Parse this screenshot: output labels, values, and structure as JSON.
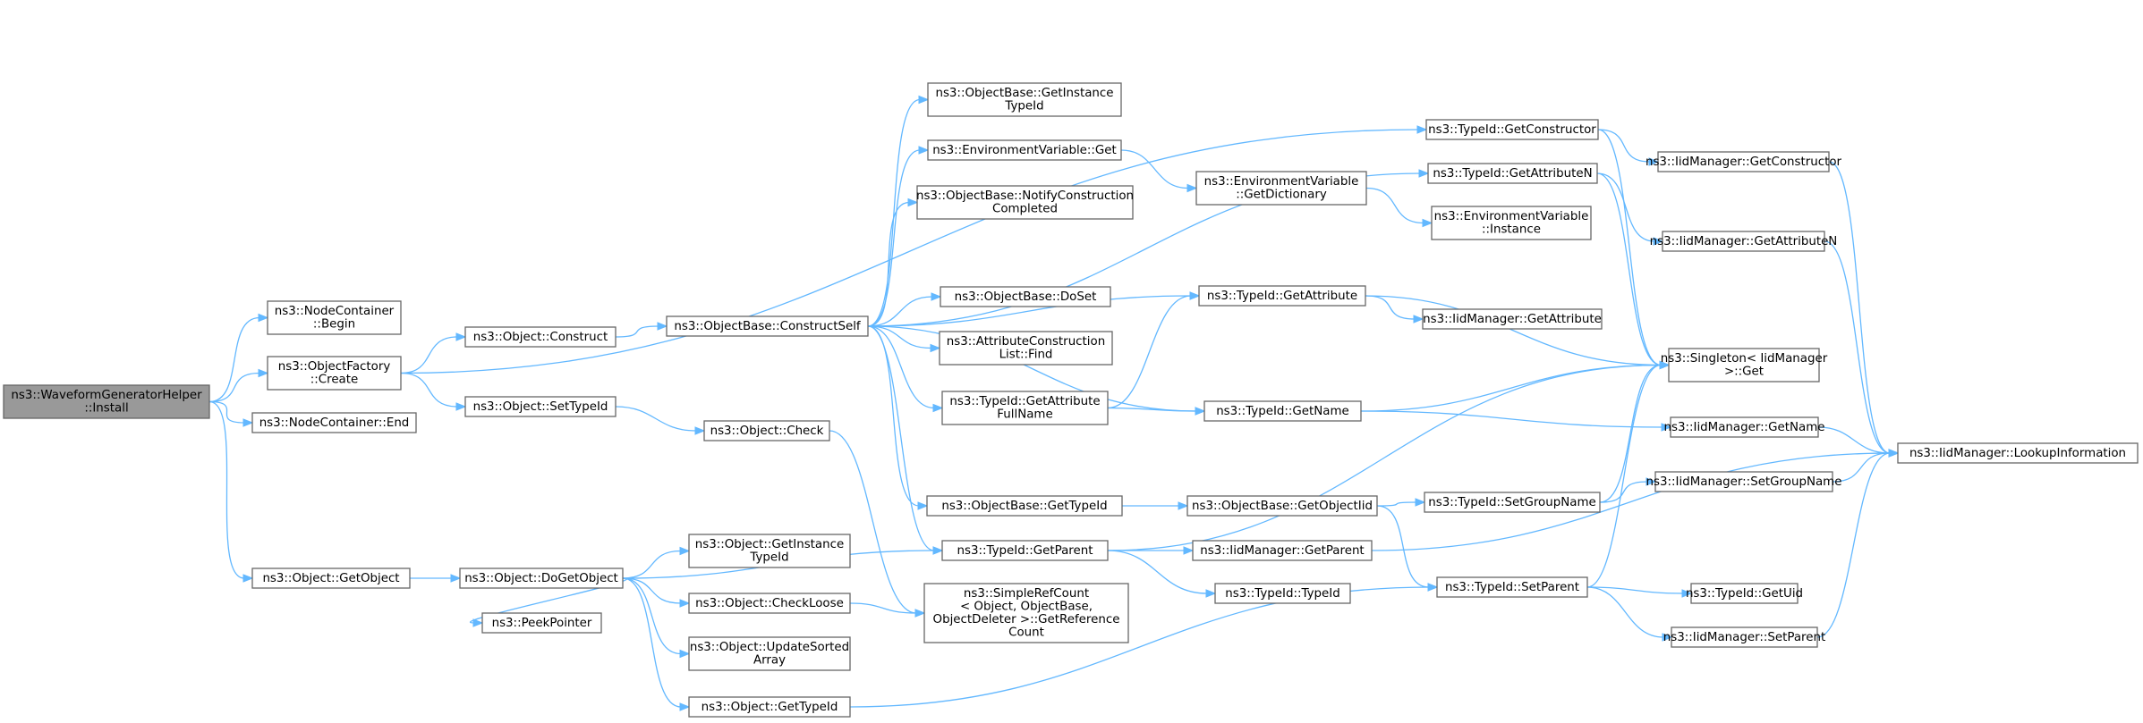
{
  "diagram": {
    "nodes": [
      {
        "id": "n0",
        "lines": [
          "ns3::WaveformGeneratorHelper",
          "::Install"
        ],
        "root": true
      },
      {
        "id": "n1",
        "lines": [
          "ns3::NodeContainer",
          "::Begin"
        ]
      },
      {
        "id": "n2",
        "lines": [
          "ns3::ObjectFactory",
          "::Create"
        ]
      },
      {
        "id": "n3",
        "lines": [
          "ns3::NodeContainer::End"
        ]
      },
      {
        "id": "n4",
        "lines": [
          "ns3::Object::GetObject"
        ]
      },
      {
        "id": "n5",
        "lines": [
          "ns3::Object::Construct"
        ]
      },
      {
        "id": "n6",
        "lines": [
          "ns3::Object::SetTypeId"
        ]
      },
      {
        "id": "n7",
        "lines": [
          "ns3::TypeId::GetConstructor"
        ]
      },
      {
        "id": "n8",
        "lines": [
          "ns3::Object::DoGetObject"
        ]
      },
      {
        "id": "n9",
        "lines": [
          "ns3::PeekPointer"
        ]
      },
      {
        "id": "n10",
        "lines": [
          "ns3::ObjectBase::ConstructSelf"
        ]
      },
      {
        "id": "n11",
        "lines": [
          "ns3::Object::Check"
        ]
      },
      {
        "id": "n12",
        "lines": [
          "ns3::Object::GetInstance",
          "TypeId"
        ]
      },
      {
        "id": "n13",
        "lines": [
          "ns3::Object::CheckLoose"
        ]
      },
      {
        "id": "n14",
        "lines": [
          "ns3::Object::UpdateSorted",
          "Array"
        ]
      },
      {
        "id": "n15",
        "lines": [
          "ns3::Object::GetTypeId"
        ]
      },
      {
        "id": "n16",
        "lines": [
          "ns3::ObjectBase::GetInstance",
          "TypeId"
        ]
      },
      {
        "id": "n17",
        "lines": [
          "ns3::EnvironmentVariable::Get"
        ]
      },
      {
        "id": "n18",
        "lines": [
          "ns3::ObjectBase::NotifyConstruction",
          "Completed"
        ]
      },
      {
        "id": "n19",
        "lines": [
          "ns3::ObjectBase::DoSet"
        ]
      },
      {
        "id": "n20",
        "lines": [
          "ns3::AttributeConstruction",
          "List::Find"
        ]
      },
      {
        "id": "n21",
        "lines": [
          "ns3::TypeId::GetAttribute",
          "FullName"
        ]
      },
      {
        "id": "n22",
        "lines": [
          "ns3::ObjectBase::GetTypeId"
        ]
      },
      {
        "id": "n23",
        "lines": [
          "ns3::TypeId::GetParent"
        ]
      },
      {
        "id": "n24",
        "lines": [
          "ns3::SimpleRefCount",
          "< Object, ObjectBase,",
          "ObjectDeleter >::GetReference",
          "Count"
        ]
      },
      {
        "id": "n25",
        "lines": [
          "ns3::TypeId::GetAttributeN"
        ]
      },
      {
        "id": "n26",
        "lines": [
          "ns3::EnvironmentVariable",
          "::GetDictionary"
        ]
      },
      {
        "id": "n27",
        "lines": [
          "ns3::TypeId::GetAttribute"
        ]
      },
      {
        "id": "n28",
        "lines": [
          "ns3::TypeId::GetName"
        ]
      },
      {
        "id": "n29",
        "lines": [
          "ns3::ObjectBase::GetObjectIid"
        ]
      },
      {
        "id": "n30",
        "lines": [
          "ns3::IidManager::GetParent"
        ]
      },
      {
        "id": "n31",
        "lines": [
          "ns3::TypeId::TypeId"
        ]
      },
      {
        "id": "n32",
        "lines": [
          "ns3::TypeId::SetParent"
        ]
      },
      {
        "id": "n33",
        "lines": [
          "ns3::EnvironmentVariable",
          "::Instance"
        ]
      },
      {
        "id": "n34",
        "lines": [
          "ns3::IidManager::GetAttribute"
        ]
      },
      {
        "id": "n35",
        "lines": [
          "ns3::TypeId::SetGroupName"
        ]
      },
      {
        "id": "n36",
        "lines": [
          "ns3::IidManager::GetConstructor"
        ]
      },
      {
        "id": "n37",
        "lines": [
          "ns3::IidManager::GetAttributeN"
        ]
      },
      {
        "id": "n38",
        "lines": [
          "ns3::Singleton< IidManager",
          " >::Get"
        ]
      },
      {
        "id": "n39",
        "lines": [
          "ns3::IidManager::GetName"
        ]
      },
      {
        "id": "n40",
        "lines": [
          "ns3::IidManager::SetGroupName"
        ]
      },
      {
        "id": "n41",
        "lines": [
          "ns3::TypeId::GetUid"
        ]
      },
      {
        "id": "n42",
        "lines": [
          "ns3::IidManager::SetParent"
        ]
      },
      {
        "id": "n43",
        "lines": [
          "ns3::IidManager::LookupInformation"
        ]
      }
    ],
    "edges": [
      [
        "n0",
        "n1"
      ],
      [
        "n0",
        "n2"
      ],
      [
        "n0",
        "n3"
      ],
      [
        "n0",
        "n4"
      ],
      [
        "n2",
        "n5"
      ],
      [
        "n2",
        "n6"
      ],
      [
        "n2",
        "n7"
      ],
      [
        "n4",
        "n8"
      ],
      [
        "n5",
        "n10"
      ],
      [
        "n6",
        "n11"
      ],
      [
        "n8",
        "n12"
      ],
      [
        "n8",
        "n13"
      ],
      [
        "n8",
        "n14"
      ],
      [
        "n8",
        "n15"
      ],
      [
        "n8",
        "n9"
      ],
      [
        "n8",
        "n23"
      ],
      [
        "n10",
        "n16"
      ],
      [
        "n10",
        "n17"
      ],
      [
        "n10",
        "n18"
      ],
      [
        "n10",
        "n19"
      ],
      [
        "n10",
        "n20"
      ],
      [
        "n10",
        "n21"
      ],
      [
        "n10",
        "n22"
      ],
      [
        "n10",
        "n23"
      ],
      [
        "n10",
        "n25"
      ],
      [
        "n10",
        "n27"
      ],
      [
        "n10",
        "n28"
      ],
      [
        "n11",
        "n24"
      ],
      [
        "n13",
        "n24"
      ],
      [
        "n15",
        "n32"
      ],
      [
        "n17",
        "n26"
      ],
      [
        "n21",
        "n27"
      ],
      [
        "n21",
        "n28"
      ],
      [
        "n22",
        "n29"
      ],
      [
        "n23",
        "n30"
      ],
      [
        "n23",
        "n31"
      ],
      [
        "n23",
        "n38"
      ],
      [
        "n26",
        "n33"
      ],
      [
        "n27",
        "n34"
      ],
      [
        "n27",
        "n38"
      ],
      [
        "n28",
        "n39"
      ],
      [
        "n28",
        "n38"
      ],
      [
        "n29",
        "n32"
      ],
      [
        "n29",
        "n35"
      ],
      [
        "n30",
        "n43"
      ],
      [
        "n32",
        "n41"
      ],
      [
        "n32",
        "n42"
      ],
      [
        "n32",
        "n38"
      ],
      [
        "n35",
        "n40"
      ],
      [
        "n35",
        "n38"
      ],
      [
        "n7",
        "n36"
      ],
      [
        "n7",
        "n38"
      ],
      [
        "n25",
        "n37"
      ],
      [
        "n25",
        "n38"
      ],
      [
        "n36",
        "n43"
      ],
      [
        "n37",
        "n43"
      ],
      [
        "n39",
        "n43"
      ],
      [
        "n40",
        "n43"
      ],
      [
        "n42",
        "n43"
      ]
    ]
  }
}
